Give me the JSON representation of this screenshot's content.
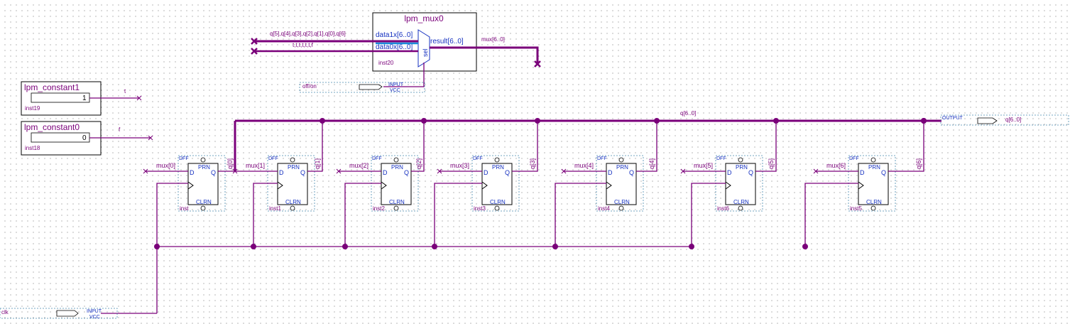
{
  "mux": {
    "title": "lpm_mux0",
    "port_data1": "data1x[6..0]",
    "port_data0": "data0x[6..0]",
    "port_result": "result[6..0]",
    "port_sel": "sel",
    "inst": "inst20",
    "data1_net": "q[5],q[4],q[3],q[2],q[1],q[0],q[6]",
    "data0_net": "t,t,t,t,t,t,f",
    "result_net": "mux[6..0]"
  },
  "offon": {
    "name": "off/on",
    "kind": "INPUT",
    "vcc": "VCC"
  },
  "clk": {
    "name": "clk",
    "kind": "INPUT",
    "vcc": "VCC"
  },
  "const1": {
    "title": "lpm_constant1",
    "value": "1",
    "inst": "inst19",
    "net": "t"
  },
  "const0": {
    "title": "lpm_constant0",
    "value": "0",
    "inst": "inst18",
    "net": "f"
  },
  "output": {
    "kind": "OUTPUT",
    "name": "q[6..0]"
  },
  "bus_label": "q[6..0]",
  "dff_labels": {
    "type": "DFF",
    "prn": "PRN",
    "clrn": "CLRN",
    "d": "D",
    "q": "Q"
  },
  "flipflops": [
    {
      "inst": "inst",
      "d_net": "mux[0]",
      "q_net": "q[0]"
    },
    {
      "inst": "inst1",
      "d_net": "mux[1]",
      "q_net": "q[1]"
    },
    {
      "inst": "inst2",
      "d_net": "mux[2]",
      "q_net": "q[2]"
    },
    {
      "inst": "inst3",
      "d_net": "mux[3]",
      "q_net": "q[3]"
    },
    {
      "inst": "inst4",
      "d_net": "mux[4]",
      "q_net": "q[4]"
    },
    {
      "inst": "inst6",
      "d_net": "mux[5]",
      "q_net": "q[5]"
    },
    {
      "inst": "inst5",
      "d_net": "mux[6]",
      "q_net": "q[6]"
    }
  ]
}
